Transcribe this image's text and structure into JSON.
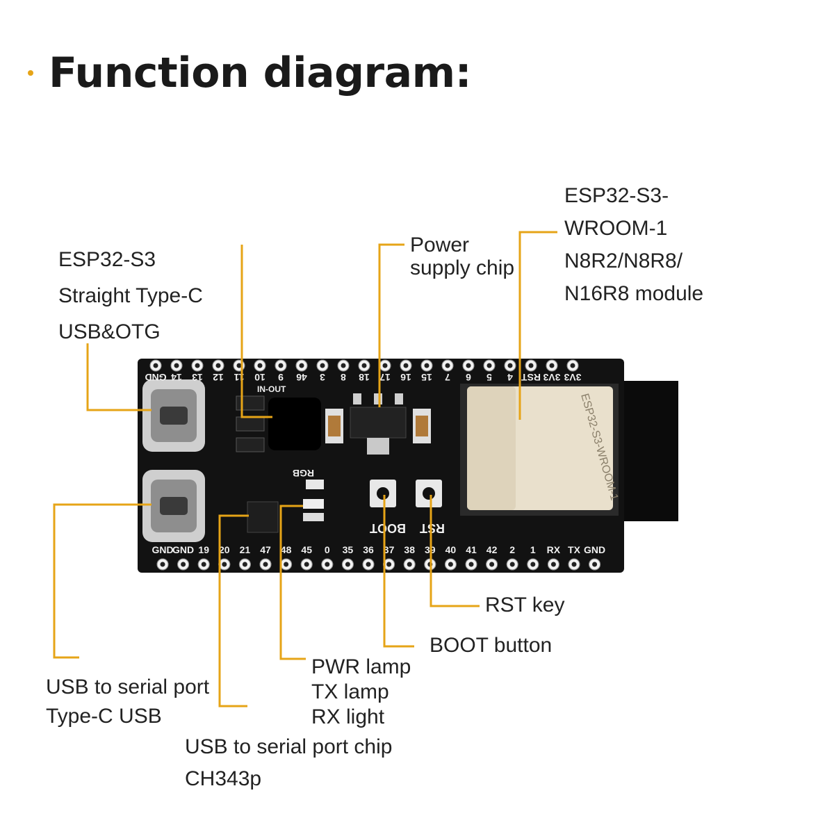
{
  "title": "Function diagram:",
  "colors": {
    "accent": "#e6a417",
    "board": "#101010",
    "module": "#e9e0cc",
    "pin": "#f2f2f2",
    "text": "#222222"
  },
  "board": {
    "top_pins": [
      "GND",
      "14",
      "13",
      "12",
      "11",
      "10",
      "9",
      "46",
      "3",
      "8",
      "18",
      "17",
      "16",
      "15",
      "7",
      "6",
      "5",
      "4",
      "RST",
      "3V3",
      "3V3"
    ],
    "bottom_pins": [
      "GND",
      "GND",
      "19",
      "20",
      "21",
      "47",
      "48",
      "45",
      "0",
      "35",
      "36",
      "37",
      "38",
      "39",
      "40",
      "41",
      "42",
      "2",
      "1",
      "RX",
      "TX",
      "GND"
    ],
    "silk_rgb": "RGB",
    "silk_in_out": "IN-OUT",
    "silk_boot": "BOOT",
    "silk_rst": "RST",
    "module_text": "ESP32-S3-WROOM-1"
  },
  "labels": {
    "typec_otg": [
      "ESP32-S3",
      "Straight Type-C",
      "USB&OTG"
    ],
    "power_chip": [
      "Power",
      "supply chip"
    ],
    "module": [
      "ESP32-S3-",
      "WROOM-1",
      "N8R2/N8R8/",
      "N16R8 module"
    ],
    "rst_key": [
      "RST key"
    ],
    "boot_button": [
      "BOOT button"
    ],
    "lamps": [
      "PWR lamp",
      "TX lamp",
      "RX light"
    ],
    "usb_serial": [
      "USB to serial port",
      "Type-C USB"
    ],
    "serial_chip": [
      "USB to serial port chip",
      "CH343p"
    ]
  }
}
